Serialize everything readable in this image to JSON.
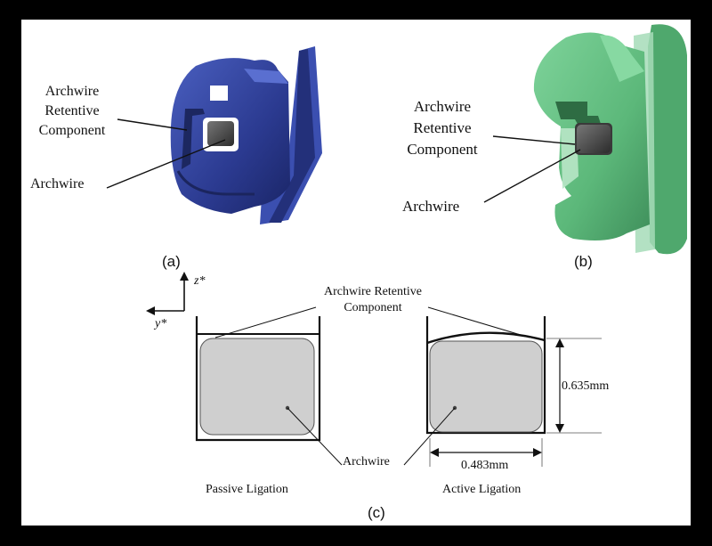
{
  "panel_a": {
    "component_label": [
      "Archwire",
      "Retentive",
      "Component"
    ],
    "wire_label": "Archwire",
    "caption": "(a)"
  },
  "panel_b": {
    "component_label": [
      "Archwire",
      "Retentive",
      "Component"
    ],
    "wire_label": "Archwire",
    "caption": "(b)"
  },
  "panel_c": {
    "axis_z": "z*",
    "axis_y": "y*",
    "component_label": [
      "Archwire Retentive",
      "Component"
    ],
    "wire_label": "Archwire",
    "height_dim": "0.635mm",
    "width_dim": "0.483mm",
    "left_caption": "Passive Ligation",
    "right_caption": "Active Ligation",
    "caption": "(c)"
  },
  "colors": {
    "bracket_a": "#2e3f95",
    "bracket_b": "#5cb87a",
    "wire": "#cfcfcf"
  }
}
